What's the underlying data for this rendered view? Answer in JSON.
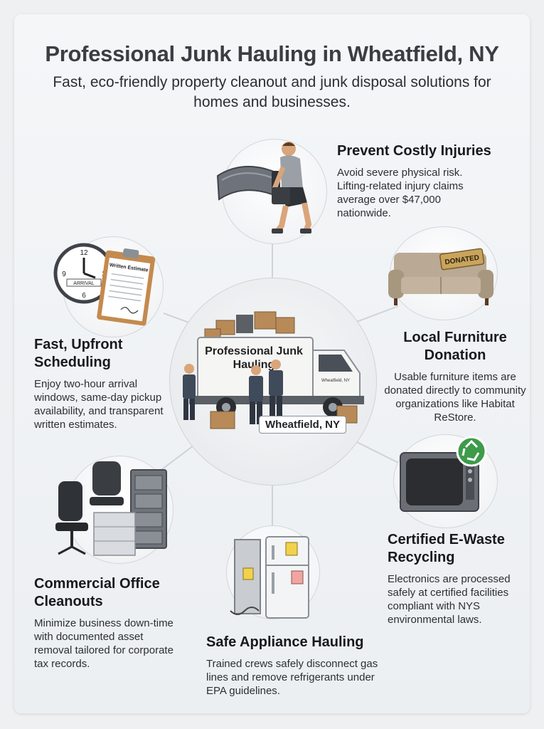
{
  "header": {
    "title": "Professional Junk Hauling in Wheatfield, NY",
    "subtitle": "Fast, eco-friendly property cleanout and junk disposal solutions for homes and businesses."
  },
  "hub": {
    "truck_text": "Professional Junk Hauling",
    "truck_small_text": "Wheatfield, NY",
    "location_label": "Wheatfield, NY"
  },
  "features": [
    {
      "title": "Prevent Costly Injuries",
      "body": "Avoid severe physical risk. Lifting-related injury claims average over $47,000 nationwide."
    },
    {
      "title": "Fast, Upfront Scheduling",
      "body": "Enjoy two-hour arrival windows, same-day pickup availability, and transparent written estimates."
    },
    {
      "title": "Local Furniture Donation",
      "body": "Usable furniture items are donated directly to community organizations like Habitat ReStore."
    },
    {
      "title": "Commercial Office Cleanouts",
      "body": "Minimize business down-time with documented asset removal tailored for corporate tax records."
    },
    {
      "title": "Certified E-Waste Recycling",
      "body": "Electronics are processed safely at certified facilities compliant with NYS environmental laws."
    },
    {
      "title": "Safe Appliance Hauling",
      "body": "Trained crews safely disconnect gas lines and remove refrigerants under EPA guidelines."
    }
  ],
  "illustrations": {
    "clipboard_text": "Written Estimate",
    "clock_label": "ARRIVAL",
    "donated_tag": "DONATED"
  },
  "colors": {
    "background": "#eef0f2",
    "title": "#3a3d42",
    "text": "#1f2328",
    "truck_body": "#f5f5f3",
    "recycle_green": "#3d9b4a"
  }
}
